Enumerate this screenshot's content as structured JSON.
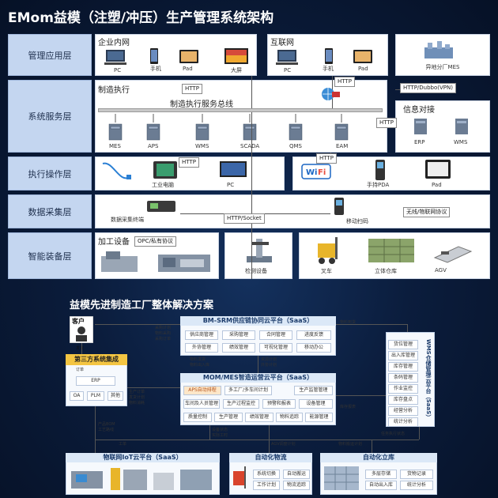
{
  "title": "EMom益模（注塑/冲压）生产管理系统架构",
  "layers": [
    "管理应用层",
    "系统服务层",
    "执行操作层",
    "数据采集层",
    "智能装备层"
  ],
  "mgmt": {
    "intranet": {
      "title": "企业内网",
      "devices": [
        "PC",
        "手机",
        "Pad",
        "大屏"
      ]
    },
    "internet": {
      "title": "互联网",
      "devices": [
        "PC",
        "手机",
        "Pad"
      ]
    },
    "remote": {
      "label": "异地分厂MES"
    }
  },
  "service": {
    "title": "制造执行",
    "bus": "制造执行服务总线",
    "servers": [
      "MES",
      "APS",
      "WMS",
      "SCADA",
      "QMS",
      "EAM"
    ],
    "info_title": "信息对接",
    "info_servers": [
      "ERP",
      "WMS"
    ]
  },
  "protocols": {
    "http": "HTTP",
    "dubbo": "HTTP/Dubbo(VPN)",
    "socket": "HTTP/Socket",
    "wireless": "无线/物联网协议",
    "opc": "OPC/私有协议"
  },
  "exec": {
    "devices": [
      "工业电脑",
      "PC",
      "手持PDA",
      "Pad"
    ]
  },
  "collect": {
    "terminal": "数据采集终端",
    "scan": "移动扫码"
  },
  "equip": {
    "title": "加工设备",
    "items": [
      "检测设备",
      "叉车",
      "立体仓库",
      "AGV"
    ]
  },
  "solution": {
    "title": "益模先进制造工厂整体解决方案",
    "customer": "客户",
    "send": "发货",
    "third": {
      "title": "第三方系统集成",
      "order": "订单",
      "erp": "ERP",
      "items": [
        "OA",
        "PLM",
        "其他"
      ]
    },
    "srm": {
      "title": "BM-SRM供应链协同云平台（SaaS）",
      "cells": [
        "供应商管理",
        "采购管理",
        "合同管理",
        "进度反馈",
        "外协管理",
        "绩效管理",
        "可视化管理",
        "移动办公"
      ]
    },
    "mom": {
      "title": "MOM/MES智造运营云平台（SaaS）",
      "aps": "APS自动排程",
      "cells1": [
        "多工厂/多车间计划",
        "生产监管管理"
      ],
      "cells2": [
        "车间及人员管理",
        "生产过程监控",
        "预警和报表",
        "设备管理"
      ],
      "cells3": [
        "质量控制",
        "生产管理",
        "绩效管理",
        "物料追踪",
        "能源管理"
      ]
    },
    "wms": {
      "title": "WMS仓储管理云平台（SaaS）",
      "cells": [
        "货位管理",
        "出入库管理",
        "库存管理",
        "条码管理",
        "作业监控",
        "库存盘点",
        "经营分析",
        "统计分析"
      ]
    },
    "iot": {
      "title": "物联网IoT云平台（SaaS）"
    },
    "logistics": {
      "title": "自动化物流",
      "cells": [
        "系统切换",
        "自动搬运",
        "工作计划",
        "物流追踪"
      ]
    },
    "warehouse": {
      "title": "自动化立库",
      "cells": [
        "多层存储",
        "货物记录",
        "自动出入库",
        "统计分析"
      ]
    },
    "notes": [
      "采购计划",
      "物料采购",
      "采购订单",
      "物料到货",
      "物料发货",
      "物料出入库",
      "资源计划",
      "外协计划",
      "生产订单",
      "发货计划",
      "物料消耗",
      "产品BOM",
      "工艺路线",
      "工单",
      "设备状态",
      "实际工时",
      "AGV调度计划",
      "物料搬运计划",
      "库存报表",
      "任务执行状态"
    ]
  },
  "colors": {
    "bg": "#0b1d3d",
    "label": "#c4d6f0",
    "accent": "#1e5aa8"
  }
}
